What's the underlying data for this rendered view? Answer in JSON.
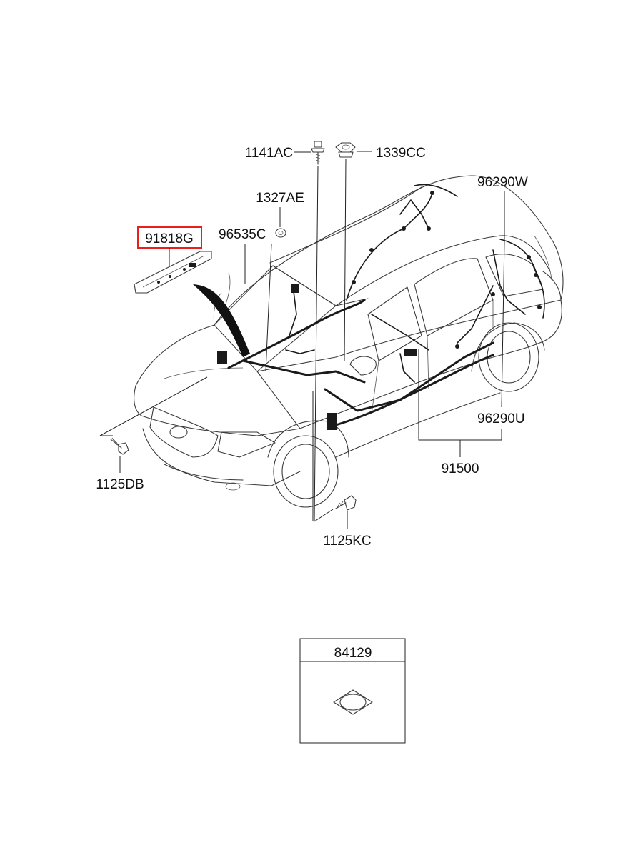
{
  "parts": {
    "p1141AC": "1141AC",
    "p1339CC": "1339CC",
    "p96290W": "96290W",
    "p1327AE": "1327AE",
    "p91818G": "91818G",
    "p96535C": "96535C",
    "p96290U": "96290U",
    "p91500": "91500",
    "p1125DB": "1125DB",
    "p1125KC": "1125KC",
    "p84129": "84129"
  },
  "colors": {
    "highlight": "#e8201c",
    "line": "#222222"
  }
}
